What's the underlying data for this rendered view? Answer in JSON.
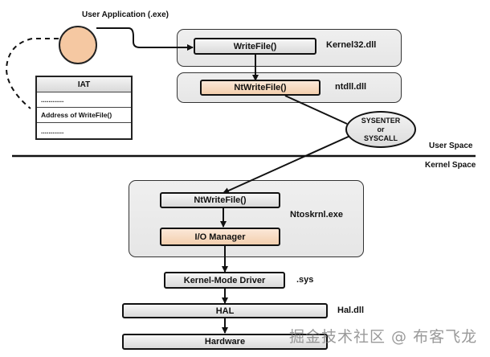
{
  "user_application": {
    "label": "User Application (.exe)"
  },
  "iat": {
    "header": "IAT",
    "rows": [
      "............",
      "Address of WriteFile()",
      "............"
    ]
  },
  "user_mode": {
    "kernel32": {
      "function": "WriteFile()",
      "module": "Kernel32.dll"
    },
    "ntdll": {
      "function": "NtWriteFile()",
      "module": "ntdll.dll"
    }
  },
  "transition": {
    "lines": [
      "SYSENTER",
      "or",
      "SYSCALL"
    ]
  },
  "boundary": {
    "user_space": "User Space",
    "kernel_space": "Kernel Space"
  },
  "kernel_mode": {
    "ntoskrnl": {
      "function": "NtWriteFile()",
      "component": "I/O Manager",
      "module": "Ntoskrnl.exe"
    },
    "driver": {
      "label": "Kernel-Mode Driver",
      "module": ".sys"
    },
    "hal": {
      "label": "HAL",
      "module": "Hal.dll"
    },
    "hardware": {
      "label": "Hardware"
    }
  },
  "colors": {
    "orange_fill": "#f5c8a2",
    "box_gray": "#e0e0e0",
    "stroke": "#111111"
  },
  "watermark": "掘金技术社区 @ 布客飞龙"
}
